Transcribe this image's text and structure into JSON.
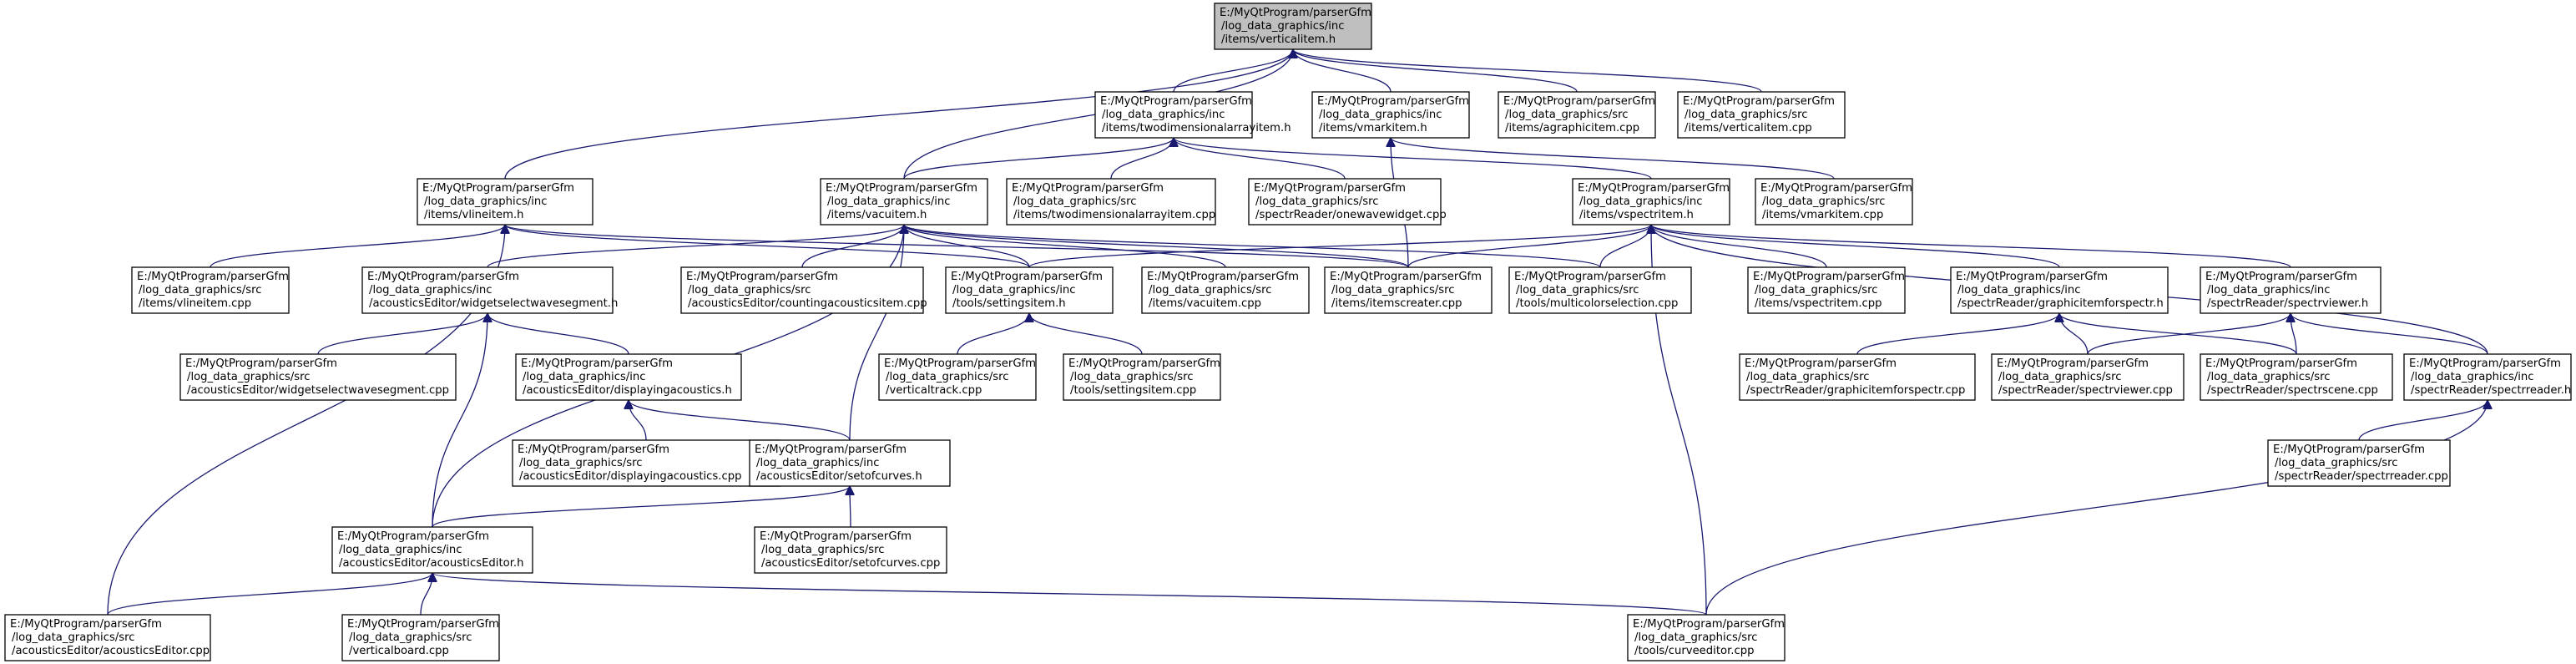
{
  "title": "",
  "nodes": [
    {
      "id": "verticalitem_h",
      "root": true,
      "lines": [
        "E:/MyQtProgram/parserGfm",
        "/log_data_graphics/inc",
        "/items/verticalitem.h"
      ]
    },
    {
      "id": "twodimensionalarrayitem_h",
      "lines": [
        "E:/MyQtProgram/parserGfm",
        "/log_data_graphics/inc",
        "/items/twodimensionalarrayitem.h"
      ]
    },
    {
      "id": "vmarkitem_h",
      "lines": [
        "E:/MyQtProgram/parserGfm",
        "/log_data_graphics/inc",
        "/items/vmarkitem.h"
      ]
    },
    {
      "id": "agraphicitem_cpp",
      "lines": [
        "E:/MyQtProgram/parserGfm",
        "/log_data_graphics/src",
        "/items/agraphicitem.cpp"
      ]
    },
    {
      "id": "verticalitem_cpp",
      "lines": [
        "E:/MyQtProgram/parserGfm",
        "/log_data_graphics/src",
        "/items/verticalitem.cpp"
      ]
    },
    {
      "id": "vlineitem_h",
      "lines": [
        "E:/MyQtProgram/parserGfm",
        "/log_data_graphics/inc",
        "/items/vlineitem.h"
      ]
    },
    {
      "id": "vacuitem_h",
      "lines": [
        "E:/MyQtProgram/parserGfm",
        "/log_data_graphics/inc",
        "/items/vacuitem.h"
      ]
    },
    {
      "id": "twodimensionalarrayitem_cpp",
      "lines": [
        "E:/MyQtProgram/parserGfm",
        "/log_data_graphics/src",
        "/items/twodimensionalarrayitem.cpp"
      ]
    },
    {
      "id": "onewavewidget_cpp",
      "lines": [
        "E:/MyQtProgram/parserGfm",
        "/log_data_graphics/src",
        "/spectrReader/onewavewidget.cpp"
      ]
    },
    {
      "id": "vspectritem_h",
      "lines": [
        "E:/MyQtProgram/parserGfm",
        "/log_data_graphics/inc",
        "/items/vspectritem.h"
      ]
    },
    {
      "id": "vmarkitem_cpp",
      "lines": [
        "E:/MyQtProgram/parserGfm",
        "/log_data_graphics/src",
        "/items/vmarkitem.cpp"
      ]
    },
    {
      "id": "vlineitem_cpp",
      "lines": [
        "E:/MyQtProgram/parserGfm",
        "/log_data_graphics/src",
        "/items/vlineitem.cpp"
      ]
    },
    {
      "id": "widgetselectwavesegment_h",
      "lines": [
        "E:/MyQtProgram/parserGfm",
        "/log_data_graphics/inc",
        "/acousticsEditor/widgetselectwavesegment.h"
      ]
    },
    {
      "id": "countingacousticsitem_cpp",
      "lines": [
        "E:/MyQtProgram/parserGfm",
        "/log_data_graphics/src",
        "/acousticsEditor/countingacousticsitem.cpp"
      ]
    },
    {
      "id": "settingsitem_h",
      "lines": [
        "E:/MyQtProgram/parserGfm",
        "/log_data_graphics/inc",
        "/tools/settingsitem.h"
      ]
    },
    {
      "id": "vacuitem_cpp",
      "lines": [
        "E:/MyQtProgram/parserGfm",
        "/log_data_graphics/src",
        "/items/vacuitem.cpp"
      ]
    },
    {
      "id": "itemscreater_cpp",
      "lines": [
        "E:/MyQtProgram/parserGfm",
        "/log_data_graphics/src",
        "/items/itemscreater.cpp"
      ]
    },
    {
      "id": "multicolorselection_cpp",
      "lines": [
        "E:/MyQtProgram/parserGfm",
        "/log_data_graphics/src",
        "/tools/multicolorselection.cpp"
      ]
    },
    {
      "id": "vspectritem_cpp",
      "lines": [
        "E:/MyQtProgram/parserGfm",
        "/log_data_graphics/src",
        "/items/vspectritem.cpp"
      ]
    },
    {
      "id": "graphicitemforspectr_h",
      "lines": [
        "E:/MyQtProgram/parserGfm",
        "/log_data_graphics/inc",
        "/spectrReader/graphicitemforspectr.h"
      ]
    },
    {
      "id": "spectrviewer_h",
      "lines": [
        "E:/MyQtProgram/parserGfm",
        "/log_data_graphics/inc",
        "/spectrReader/spectrviewer.h"
      ]
    },
    {
      "id": "widgetselectwavesegment_cpp",
      "lines": [
        "E:/MyQtProgram/parserGfm",
        "/log_data_graphics/src",
        "/acousticsEditor/widgetselectwavesegment.cpp"
      ]
    },
    {
      "id": "displayingacoustics_h",
      "lines": [
        "E:/MyQtProgram/parserGfm",
        "/log_data_graphics/inc",
        "/acousticsEditor/displayingacoustics.h"
      ]
    },
    {
      "id": "verticaltrack_cpp",
      "lines": [
        "E:/MyQtProgram/parserGfm",
        "/log_data_graphics/src",
        "/verticaltrack.cpp"
      ]
    },
    {
      "id": "settingsitem_cpp",
      "lines": [
        "E:/MyQtProgram/parserGfm",
        "/log_data_graphics/src",
        "/tools/settingsitem.cpp"
      ]
    },
    {
      "id": "graphicitemforspectr_cpp",
      "lines": [
        "E:/MyQtProgram/parserGfm",
        "/log_data_graphics/src",
        "/spectrReader/graphicitemforspectr.cpp"
      ]
    },
    {
      "id": "spectrviewer_cpp",
      "lines": [
        "E:/MyQtProgram/parserGfm",
        "/log_data_graphics/src",
        "/spectrReader/spectrviewer.cpp"
      ]
    },
    {
      "id": "spectrscene_cpp",
      "lines": [
        "E:/MyQtProgram/parserGfm",
        "/log_data_graphics/src",
        "/spectrReader/spectrscene.cpp"
      ]
    },
    {
      "id": "spectrreader_h",
      "lines": [
        "E:/MyQtProgram/parserGfm",
        "/log_data_graphics/inc",
        "/spectrReader/spectrreader.h"
      ]
    },
    {
      "id": "displayingacoustics_cpp",
      "lines": [
        "E:/MyQtProgram/parserGfm",
        "/log_data_graphics/src",
        "/acousticsEditor/displayingacoustics.cpp"
      ]
    },
    {
      "id": "setofcurves_h",
      "lines": [
        "E:/MyQtProgram/parserGfm",
        "/log_data_graphics/inc",
        "/acousticsEditor/setofcurves.h"
      ]
    },
    {
      "id": "spectrreader_cpp",
      "lines": [
        "E:/MyQtProgram/parserGfm",
        "/log_data_graphics/src",
        "/spectrReader/spectrreader.cpp"
      ]
    },
    {
      "id": "acousticsEditor_h",
      "lines": [
        "E:/MyQtProgram/parserGfm",
        "/log_data_graphics/inc",
        "/acousticsEditor/acousticsEditor.h"
      ]
    },
    {
      "id": "setofcurves_cpp",
      "lines": [
        "E:/MyQtProgram/parserGfm",
        "/log_data_graphics/src",
        "/acousticsEditor/setofcurves.cpp"
      ]
    },
    {
      "id": "acousticsEditor_cpp",
      "lines": [
        "E:/MyQtProgram/parserGfm",
        "/log_data_graphics/src",
        "/acousticsEditor/acousticsEditor.cpp"
      ]
    },
    {
      "id": "verticalboard_cpp",
      "lines": [
        "E:/MyQtProgram/parserGfm",
        "/log_data_graphics/src",
        "/verticalboard.cpp"
      ]
    },
    {
      "id": "curveeditor_cpp",
      "lines": [
        "E:/MyQtProgram/parserGfm",
        "/log_data_graphics/src",
        "/tools/curveeditor.cpp"
      ]
    }
  ],
  "edges": [
    [
      "twodimensionalarrayitem_h",
      "verticalitem_h"
    ],
    [
      "vmarkitem_h",
      "verticalitem_h"
    ],
    [
      "agraphicitem_cpp",
      "verticalitem_h"
    ],
    [
      "verticalitem_cpp",
      "verticalitem_h"
    ],
    [
      "vlineitem_h",
      "verticalitem_h"
    ],
    [
      "vacuitem_h",
      "verticalitem_h"
    ],
    [
      "vacuitem_h",
      "twodimensionalarrayitem_h"
    ],
    [
      "twodimensionalarrayitem_cpp",
      "twodimensionalarrayitem_h"
    ],
    [
      "onewavewidget_cpp",
      "twodimensionalarrayitem_h"
    ],
    [
      "vspectritem_h",
      "twodimensionalarrayitem_h"
    ],
    [
      "itemscreater_cpp",
      "vmarkitem_h"
    ],
    [
      "vmarkitem_cpp",
      "vmarkitem_h"
    ],
    [
      "vlineitem_cpp",
      "vlineitem_h"
    ],
    [
      "settingsitem_h",
      "vlineitem_h"
    ],
    [
      "itemscreater_cpp",
      "vlineitem_h"
    ],
    [
      "acousticsEditor_cpp",
      "vlineitem_h"
    ],
    [
      "widgetselectwavesegment_h",
      "vacuitem_h"
    ],
    [
      "countingacousticsitem_cpp",
      "vacuitem_h"
    ],
    [
      "settingsitem_h",
      "vacuitem_h"
    ],
    [
      "vacuitem_cpp",
      "vacuitem_h"
    ],
    [
      "itemscreater_cpp",
      "vacuitem_h"
    ],
    [
      "multicolorselection_cpp",
      "vacuitem_h"
    ],
    [
      "setofcurves_h",
      "vacuitem_h"
    ],
    [
      "acousticsEditor_h",
      "vacuitem_h"
    ],
    [
      "settingsitem_h",
      "vspectritem_h"
    ],
    [
      "itemscreater_cpp",
      "vspectritem_h"
    ],
    [
      "multicolorselection_cpp",
      "vspectritem_h"
    ],
    [
      "vspectritem_cpp",
      "vspectritem_h"
    ],
    [
      "graphicitemforspectr_h",
      "vspectritem_h"
    ],
    [
      "spectrviewer_h",
      "vspectritem_h"
    ],
    [
      "spectrreader_h",
      "vspectritem_h"
    ],
    [
      "curveeditor_cpp",
      "vspectritem_h"
    ],
    [
      "widgetselectwavesegment_cpp",
      "widgetselectwavesegment_h"
    ],
    [
      "displayingacoustics_h",
      "widgetselectwavesegment_h"
    ],
    [
      "acousticsEditor_h",
      "widgetselectwavesegment_h"
    ],
    [
      "verticaltrack_cpp",
      "settingsitem_h"
    ],
    [
      "settingsitem_cpp",
      "settingsitem_h"
    ],
    [
      "graphicitemforspectr_cpp",
      "graphicitemforspectr_h"
    ],
    [
      "spectrviewer_cpp",
      "graphicitemforspectr_h"
    ],
    [
      "spectrscene_cpp",
      "graphicitemforspectr_h"
    ],
    [
      "spectrviewer_cpp",
      "spectrviewer_h"
    ],
    [
      "spectrscene_cpp",
      "spectrviewer_h"
    ],
    [
      "spectrreader_h",
      "spectrviewer_h"
    ],
    [
      "displayingacoustics_cpp",
      "displayingacoustics_h"
    ],
    [
      "setofcurves_h",
      "displayingacoustics_h"
    ],
    [
      "acousticsEditor_h",
      "setofcurves_h"
    ],
    [
      "setofcurves_cpp",
      "setofcurves_h"
    ],
    [
      "spectrreader_cpp",
      "spectrreader_h"
    ],
    [
      "curveeditor_cpp",
      "spectrreader_h"
    ],
    [
      "acousticsEditor_cpp",
      "acousticsEditor_h"
    ],
    [
      "verticalboard_cpp",
      "acousticsEditor_h"
    ],
    [
      "curveeditor_cpp",
      "acousticsEditor_h"
    ]
  ]
}
